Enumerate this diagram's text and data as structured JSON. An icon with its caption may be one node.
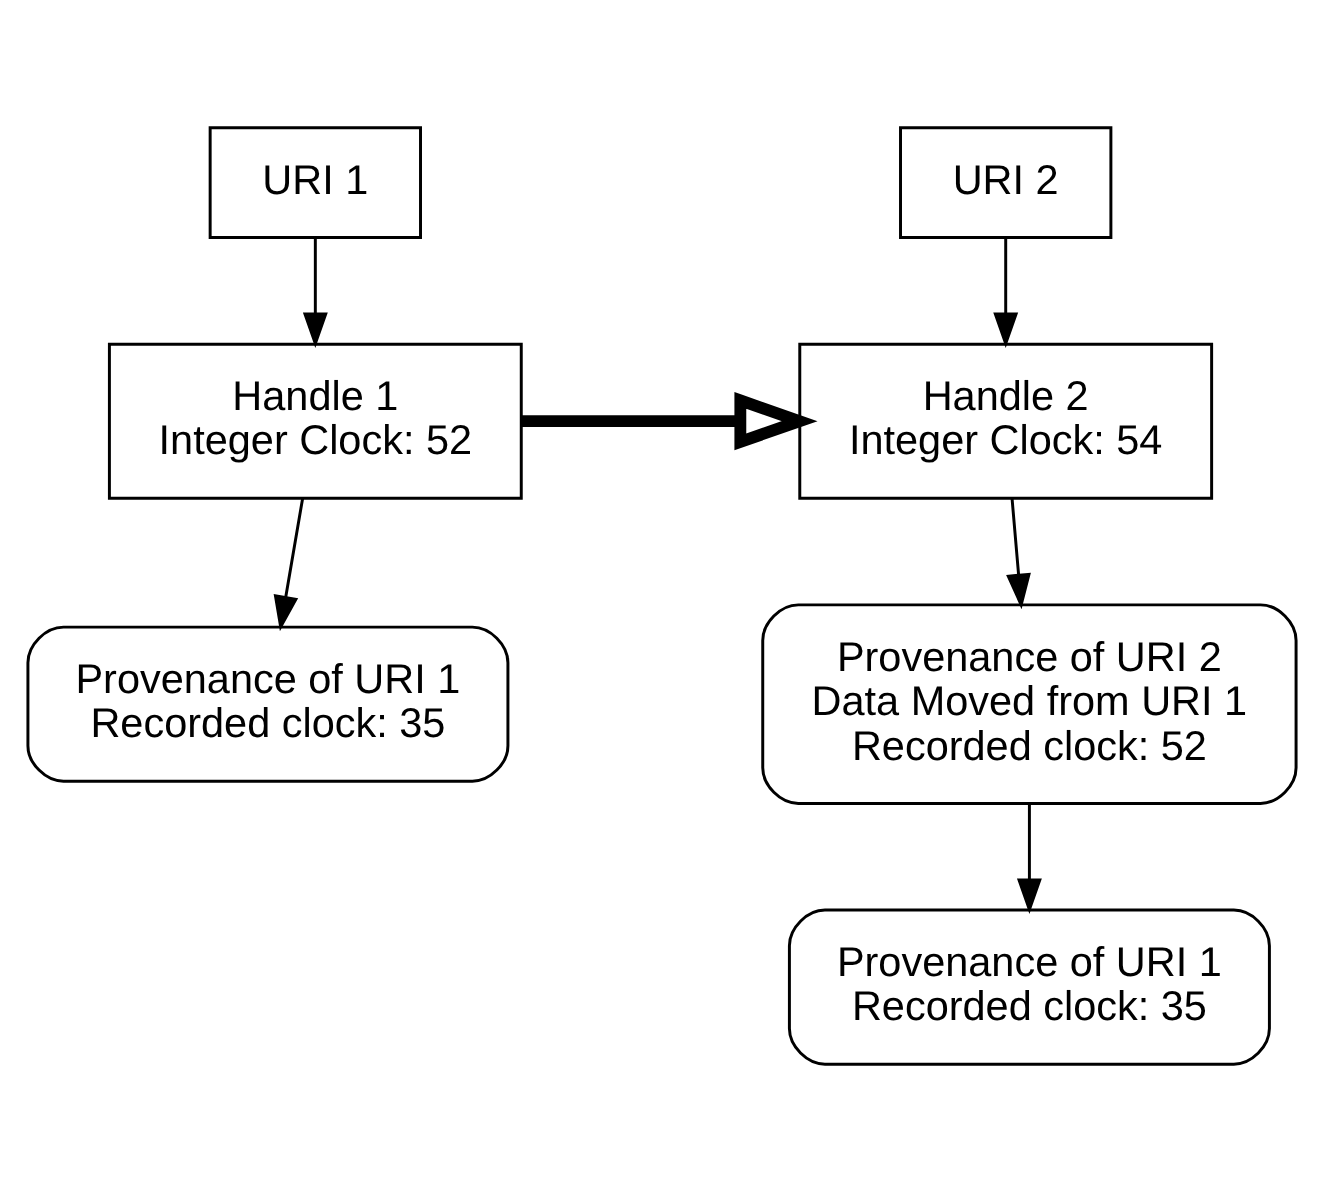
{
  "diagram": {
    "nodes": [
      {
        "text": [
          "URI 1"
        ]
      },
      {
        "text": [
          "Handle 1",
          "Integer Clock: 52"
        ]
      },
      {
        "text": [
          "Provenance of URI 1",
          "Recorded clock: 35"
        ]
      },
      {
        "text": [
          "URI 2"
        ]
      },
      {
        "text": [
          "Handle 2",
          "Integer Clock: 54"
        ]
      },
      {
        "text": [
          "Provenance of URI 2",
          "Data Moved from URI 1",
          "Recorded clock: 52"
        ]
      },
      {
        "text": [
          "Provenance of URI 1",
          "Recorded clock: 35"
        ]
      }
    ],
    "edges": [
      {
        "from": 0,
        "to": 1,
        "arrow": "to"
      },
      {
        "from": 1,
        "to": 2,
        "arrow": "to"
      },
      {
        "from": 3,
        "to": 4,
        "arrow": "to"
      },
      {
        "from": 4,
        "to": 5,
        "arrow": "to"
      },
      {
        "from": 5,
        "to": 6,
        "arrow": "to"
      },
      {
        "from": 1,
        "to": 4,
        "arrow": "to",
        "style": "thick"
      }
    ]
  }
}
